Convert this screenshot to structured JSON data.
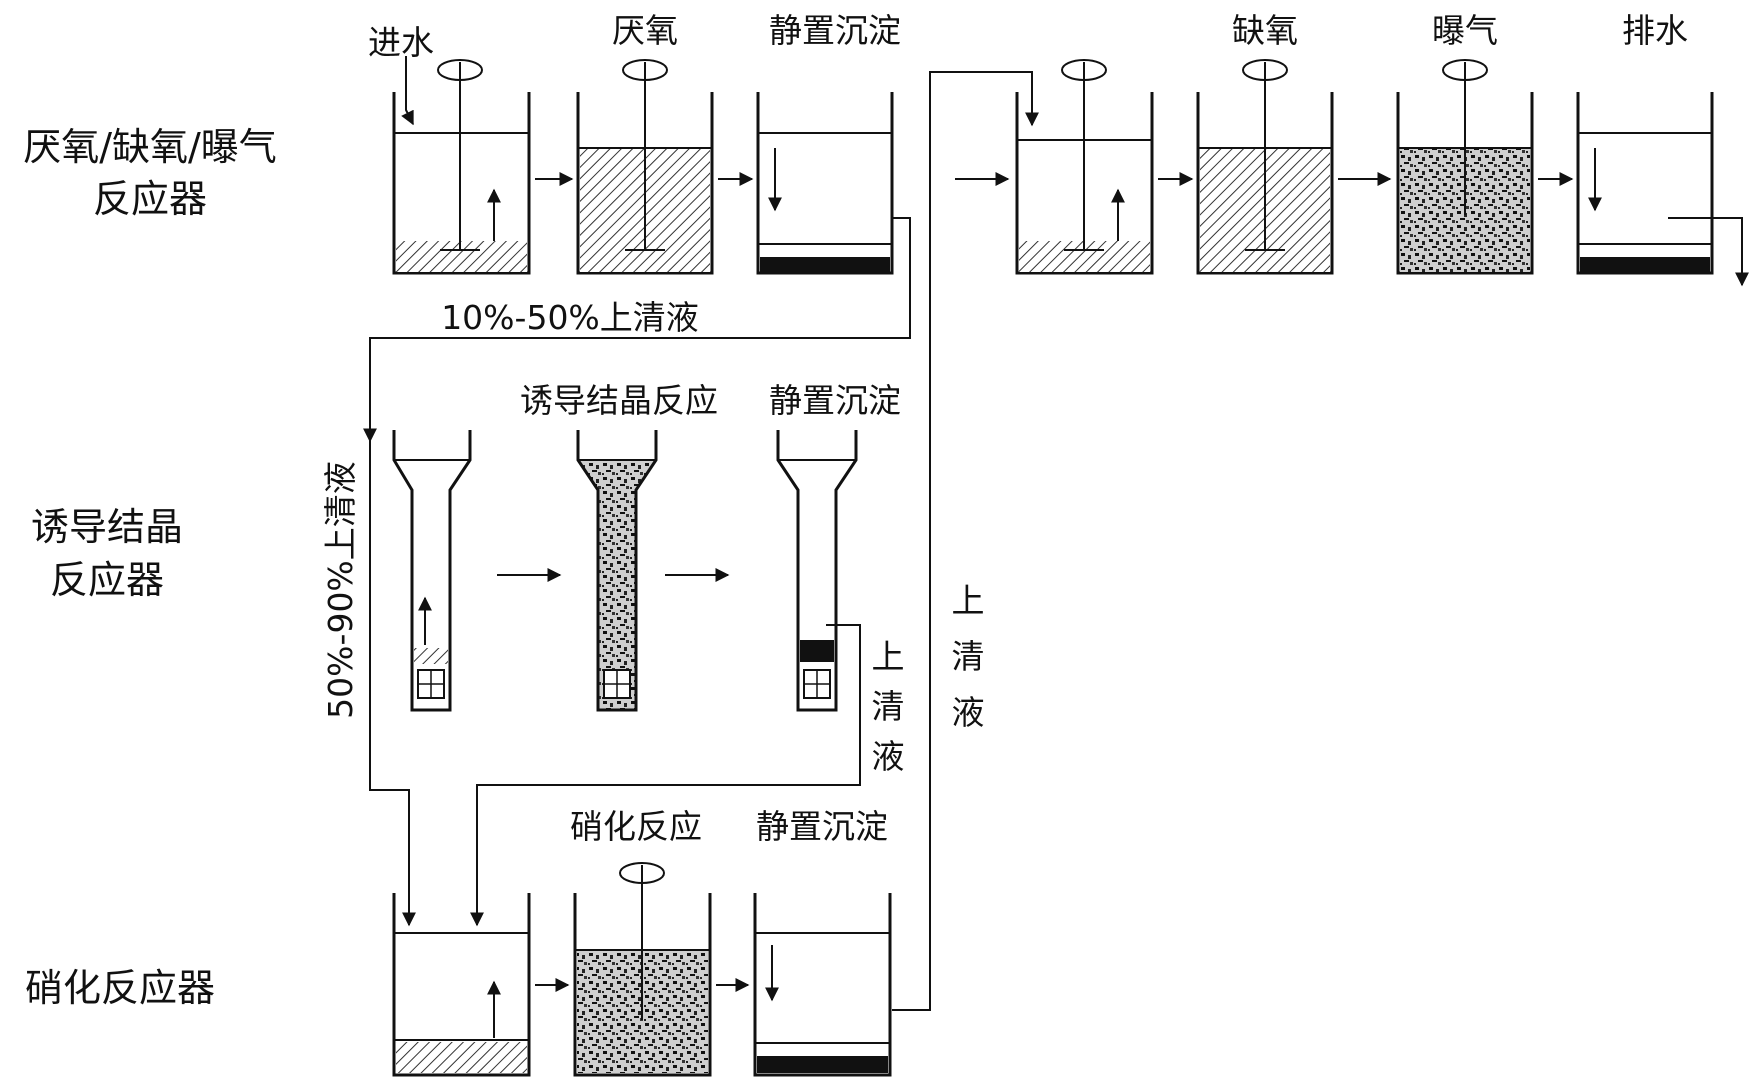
{
  "rows": {
    "r1": [
      "厌氧/缺氧/曝气",
      "反应器"
    ],
    "r2": [
      "诱导结晶",
      "反应器"
    ],
    "r3": [
      "硝化反应器"
    ]
  },
  "top_steps": {
    "intake": "进水",
    "anaerobic": "厌氧",
    "settle1": "静置沉淀",
    "anoxic": "缺氧",
    "aeration": "曝气",
    "drain": "排水"
  },
  "mid_steps": {
    "induced": "诱导结晶反应",
    "settle2": "静置沉淀"
  },
  "bottom_steps": {
    "nitrification": "硝化反应",
    "settle3": "静置沉淀"
  },
  "flows": {
    "supernatant_10_50": "10%-50%上清液",
    "supernatant_50_90": "50%-90%上清液",
    "supernatant_vertical_a": [
      "上",
      "清",
      "液"
    ],
    "supernatant_vertical_b": [
      "上",
      "清",
      "液"
    ]
  }
}
